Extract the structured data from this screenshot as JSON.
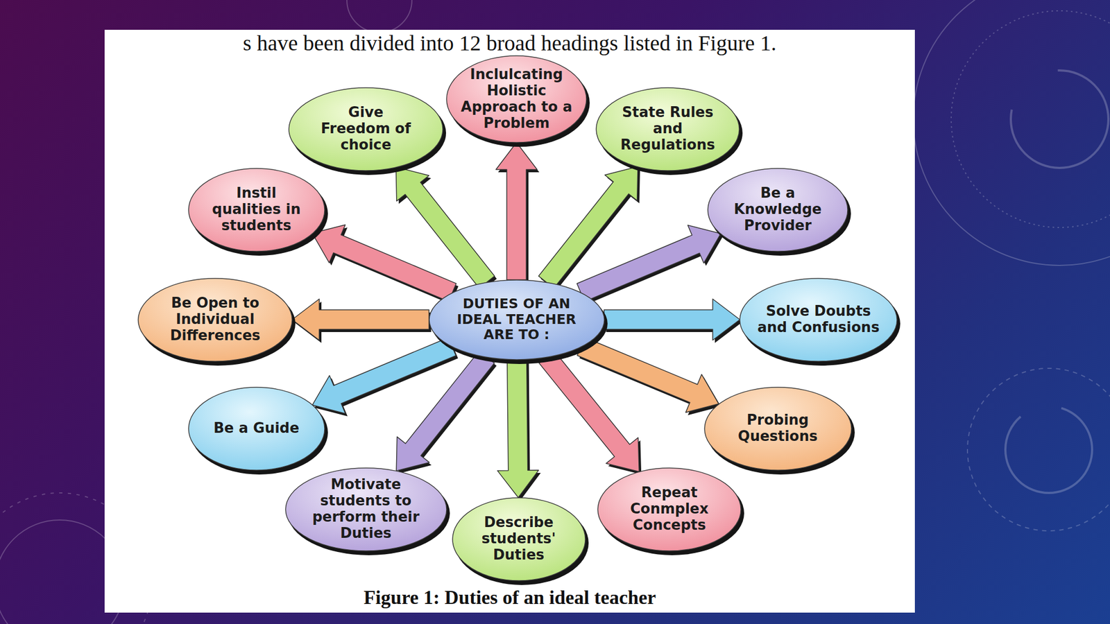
{
  "diagram": {
    "caption": "Figure 1: Duties of an ideal teacher",
    "nodes": [
      {
        "text": [
          "DUTIES OF AN IDEAL TEACHER ARE TO :"
        ]
      },
      {
        "text": [
          "Inclulcating Holistic Approach to a Problem"
        ]
      },
      {
        "text": [
          "State Rules and Regulations"
        ]
      },
      {
        "text": [
          "Be a Knowledge Provider"
        ]
      },
      {
        "text": [
          "Solve Doubts and Confusions"
        ]
      },
      {
        "text": [
          "Probing Questions"
        ]
      },
      {
        "text": [
          "Repeat Conmplex Concepts"
        ]
      },
      {
        "text": [
          "Describe students' Duties"
        ]
      },
      {
        "text": [
          "Motivate students to perform their Duties"
        ]
      },
      {
        "text": [
          "Be a Guide"
        ]
      },
      {
        "text": [
          "Be Open to Individual Differences"
        ]
      },
      {
        "text": [
          "Instil qualities in students"
        ]
      },
      {
        "text": [
          "Give Freedom of choice"
        ]
      }
    ],
    "edges": [
      {
        "from": 0,
        "to": 1,
        "arrow": "to"
      },
      {
        "from": 0,
        "to": 2,
        "arrow": "to"
      },
      {
        "from": 0,
        "to": 3,
        "arrow": "to"
      },
      {
        "from": 0,
        "to": 4,
        "arrow": "to"
      },
      {
        "from": 0,
        "to": 5,
        "arrow": "to"
      },
      {
        "from": 0,
        "to": 6,
        "arrow": "to"
      },
      {
        "from": 0,
        "to": 7,
        "arrow": "to"
      },
      {
        "from": 0,
        "to": 8,
        "arrow": "to"
      },
      {
        "from": 0,
        "to": 9,
        "arrow": "to"
      },
      {
        "from": 0,
        "to": 10,
        "arrow": "to"
      },
      {
        "from": 0,
        "to": 11,
        "arrow": "to"
      },
      {
        "from": 0,
        "to": 12,
        "arrow": "to"
      }
    ],
    "labels": [
      "s have been divided into 12 broad headings listed in Figure 1."
    ]
  }
}
